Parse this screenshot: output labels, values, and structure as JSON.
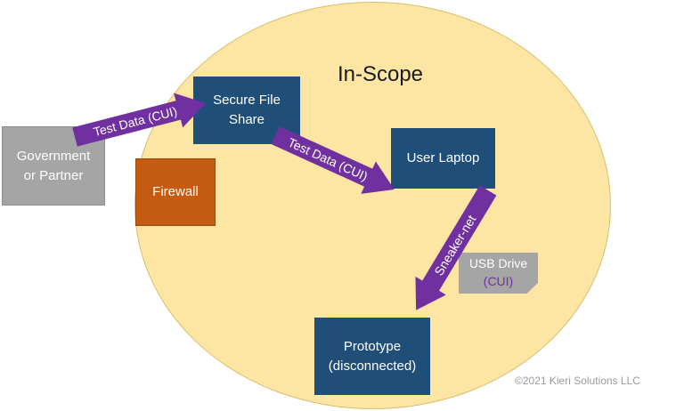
{
  "title": "In-Scope",
  "nodes": {
    "government": "Government\nor Partner",
    "firewall": "Firewall",
    "file_share": "Secure File\nShare",
    "laptop": "User Laptop",
    "usb_drive": {
      "line1": "USB Drive",
      "line2": "(CUI)"
    },
    "prototype": "Prototype\n(disconnected)"
  },
  "flows": {
    "gov_to_share": "Test Data (CUI)",
    "share_to_laptop": "Test Data (CUI)",
    "laptop_to_prototype": "Sneaker-net"
  },
  "copyright": "©2021 Kieri Solutions LLC",
  "colors": {
    "scope": "#fde6a3",
    "node": "#1f4e79",
    "external": "#a5a5a5",
    "firewall": "#c55a11",
    "arrow": "#7030a0"
  }
}
